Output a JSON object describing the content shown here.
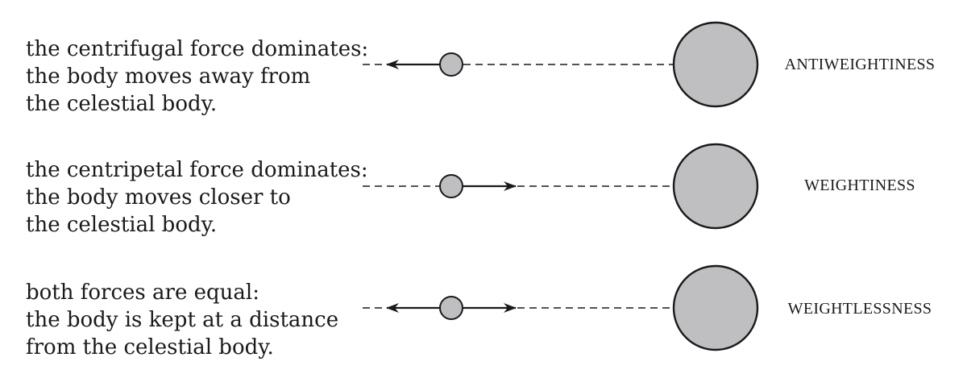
{
  "rows": [
    {
      "lines": [
        "the centrifugal force dominates:",
        "the body moves away from",
        "the celestial body."
      ],
      "state": "ANTIWEIGHTINESS"
    },
    {
      "lines": [
        "the centripetal force dominates:",
        "the body moves closer to",
        "the celestial body."
      ],
      "state": "WEIGHTINESS"
    },
    {
      "lines": [
        "both forces are equal:",
        "the body is kept at a distance",
        "from the celestial body."
      ],
      "state": "WEIGHTLESSNESS"
    }
  ],
  "colors": {
    "body_fill": "#bfbfc1",
    "stroke": "#1a1a1a",
    "text": "#1a1a1a"
  }
}
